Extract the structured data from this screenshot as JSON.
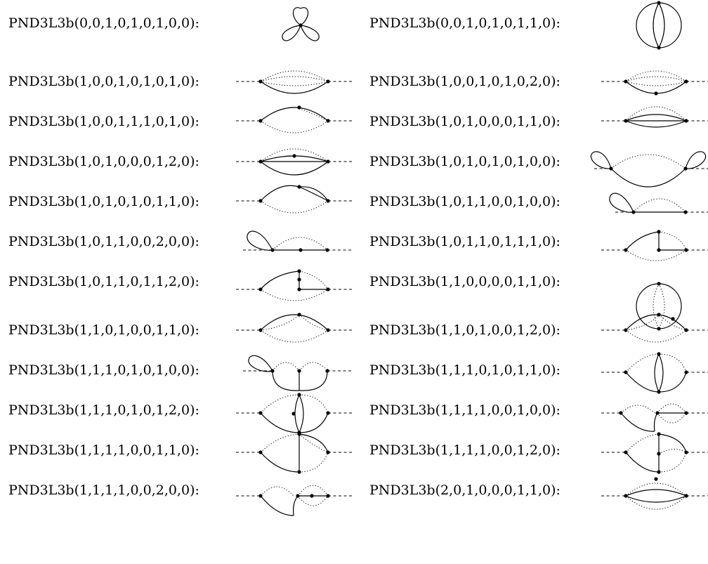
{
  "diagrams": [
    {
      "label": "PND3L3b(0,0,1,0,1,0,1,0,0):"
    },
    {
      "label": "PND3L3b(0,0,1,0,1,0,1,1,0):"
    },
    {
      "label": "PND3L3b(1,0,0,1,0,1,0,1,0):"
    },
    {
      "label": "PND3L3b(1,0,0,1,0,1,0,2,0):"
    },
    {
      "label": "PND3L3b(1,0,0,1,1,1,0,1,0):"
    },
    {
      "label": "PND3L3b(1,0,1,0,0,0,1,1,0):"
    },
    {
      "label": "PND3L3b(1,0,1,0,0,0,1,2,0):"
    },
    {
      "label": "PND3L3b(1,0,1,0,1,0,1,0,0):"
    },
    {
      "label": "PND3L3b(1,0,1,0,1,0,1,1,0):"
    },
    {
      "label": "PND3L3b(1,0,1,1,0,0,1,0,0):"
    },
    {
      "label": "PND3L3b(1,0,1,1,0,0,2,0,0):"
    },
    {
      "label": "PND3L3b(1,0,1,1,0,1,1,1,0):"
    },
    {
      "label": "PND3L3b(1,0,1,1,0,1,1,2,0):"
    },
    {
      "label": "PND3L3b(1,1,0,0,0,0,1,1,0):"
    },
    {
      "label": "PND3L3b(1,1,0,1,0,0,1,1,0):"
    },
    {
      "label": "PND3L3b(1,1,0,1,0,0,1,2,0):"
    },
    {
      "label": "PND3L3b(1,1,1,0,1,0,1,0,0):"
    },
    {
      "label": "PND3L3b(1,1,1,0,1,0,1,1,0):"
    },
    {
      "label": "PND3L3b(1,1,1,0,1,0,1,2,0):"
    },
    {
      "label": "PND3L3b(1,1,1,1,0,0,1,0,0):"
    },
    {
      "label": "PND3L3b(1,1,1,1,0,0,1,1,0):"
    },
    {
      "label": "PND3L3b(1,1,1,1,0,0,1,2,0):"
    },
    {
      "label": "PND3L3b(1,1,1,1,0,0,2,0,0):"
    },
    {
      "label": "PND3L3b(2,0,1,0,0,0,1,1,0):"
    }
  ]
}
